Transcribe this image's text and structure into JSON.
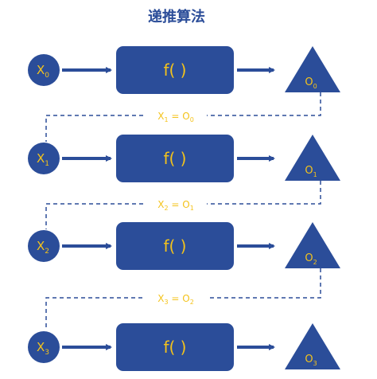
{
  "title": "递推算法",
  "colors": {
    "shape_fill": "#2b4d99",
    "arrow": "#2b4d99",
    "dashed_line": "#2b4d99",
    "label": "#f4c31b",
    "title": "#2b4d99"
  },
  "rows": [
    {
      "input": {
        "base": "X",
        "sub": "0"
      },
      "function": "f( )",
      "output": {
        "base": "O",
        "sub": "0"
      },
      "feedback": {
        "lhs_base": "X",
        "lhs_sub": "1",
        "eq": "=",
        "rhs_base": "O",
        "rhs_sub": "0"
      }
    },
    {
      "input": {
        "base": "X",
        "sub": "1"
      },
      "function": "f( )",
      "output": {
        "base": "O",
        "sub": "1"
      },
      "feedback": {
        "lhs_base": "X",
        "lhs_sub": "2",
        "eq": "=",
        "rhs_base": "O",
        "rhs_sub": "1"
      }
    },
    {
      "input": {
        "base": "X",
        "sub": "2"
      },
      "function": "f( )",
      "output": {
        "base": "O",
        "sub": "2"
      },
      "feedback": {
        "lhs_base": "X",
        "lhs_sub": "3",
        "eq": "=",
        "rhs_base": "O",
        "rhs_sub": "2"
      }
    },
    {
      "input": {
        "base": "X",
        "sub": "3"
      },
      "function": "f( )",
      "output": {
        "base": "O",
        "sub": "3"
      }
    }
  ]
}
